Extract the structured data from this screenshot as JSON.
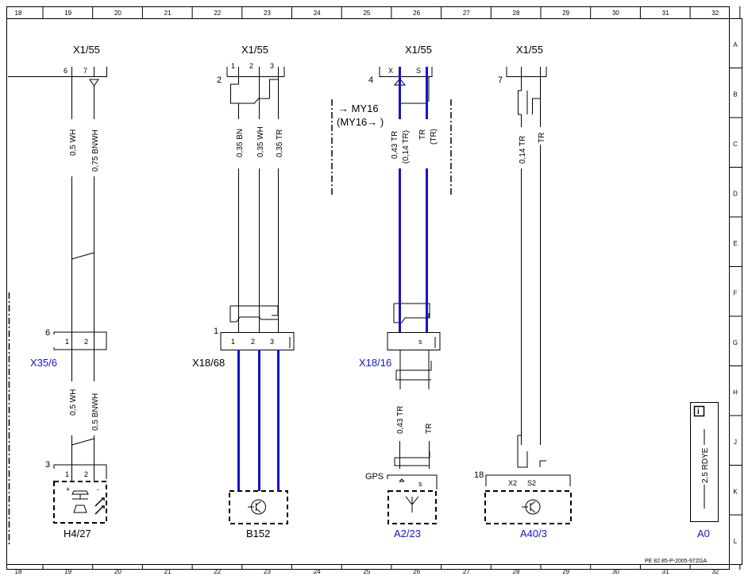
{
  "frame": {
    "top_numbers": [
      "18",
      "19",
      "20",
      "21",
      "22",
      "23",
      "24",
      "25",
      "26",
      "27",
      "28",
      "29",
      "30",
      "31",
      "32"
    ],
    "bottom_numbers": [
      "18",
      "19",
      "20",
      "21",
      "22",
      "23",
      "24",
      "25",
      "26",
      "27",
      "28",
      "29",
      "30",
      "31",
      "32"
    ],
    "side_letters": [
      "A",
      "B",
      "C",
      "D",
      "E",
      "F",
      "G",
      "H",
      "J",
      "K",
      "L"
    ]
  },
  "connectors": {
    "x1_55_a": "X1/55",
    "x1_55_b": "X1/55",
    "x1_55_c": "X1/55",
    "x1_55_d": "X1/55"
  },
  "pins": {
    "c1_6": "6",
    "c1_7": "7",
    "c2_1": "1",
    "c2_2": "2",
    "c2_3": "3",
    "c2_num": "2",
    "c3_x": "X",
    "c3_s": "S",
    "c3_num": "4",
    "c4_num": "7",
    "x35_num": "6",
    "x35_p1": "1",
    "x35_p2": "2",
    "x1868_num": "1",
    "x1868_p1": "1",
    "x1868_p2": "2",
    "x1868_p3": "3",
    "x1816_s": "s",
    "h427_num": "3",
    "h427_p1": "1",
    "h427_p2": "2",
    "h427_plus": "+",
    "h427_minus": "-",
    "a223_s": "s",
    "a403_num": "18",
    "a403_x2": "X2",
    "a403_s2": "S2"
  },
  "wires": {
    "w1": "0,5 WH",
    "w2": "0,75 BNWH",
    "w3": "0,35 BN",
    "w4": "0,35 WH",
    "w5": "0,35 TR",
    "w6a": "0,43 TR",
    "w6b": "(0,14 TR)",
    "w7a": "TR",
    "w7b": "(TR)",
    "w8": "0,14 TR",
    "w9": "TR",
    "w10": "0,5 WH",
    "w11": "0,5 BNWH",
    "w12": "0,43 TR",
    "w13": "TR",
    "w14": "2,5 RDYE"
  },
  "notes": {
    "my16_a": "→ MY16",
    "my16_b": "(MY16→ )",
    "gps": "GPS",
    "info": "i"
  },
  "components": {
    "x35_6": "X35/6",
    "x18_68": "X18/68",
    "x18_16": "X18/16",
    "h4_27": "H4/27",
    "b152": "B152",
    "a2_23": "A2/23",
    "a40_3": "A40/3",
    "a0": "A0"
  },
  "doc_id": "PE 82.85-P-2005-97ZGA",
  "colors": {
    "line": "#000000",
    "blue_wire": "#1414c8",
    "blue_label": "#1414c8"
  }
}
